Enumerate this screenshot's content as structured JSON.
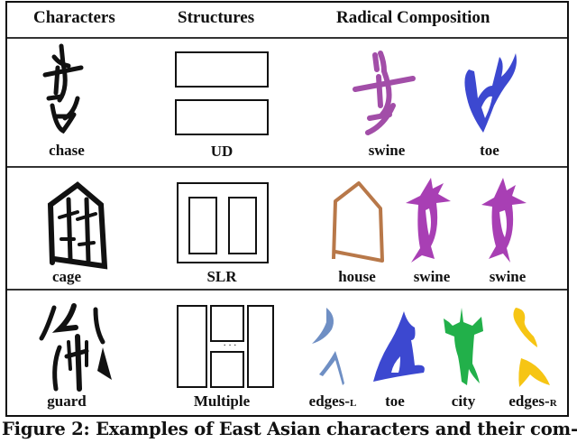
{
  "figure": {
    "headers": {
      "characters": "Characters",
      "structures": "Structures",
      "radical_composition": "Radical Composition"
    },
    "rows": [
      {
        "character": "chase",
        "structure": "UD",
        "radicals": [
          {
            "label": "swine",
            "color": "#A24EA8"
          },
          {
            "label": "toe",
            "color": "#3C48D0"
          }
        ]
      },
      {
        "character": "cage",
        "structure": "SLR",
        "radicals": [
          {
            "label": "house",
            "color": "#B87849"
          },
          {
            "label": "swine",
            "color": "#A83FB4"
          },
          {
            "label": "swine",
            "color": "#A83FB4"
          }
        ]
      },
      {
        "character": "guard",
        "structure": "Multiple",
        "radicals": [
          {
            "label": "edges-L",
            "color": "#6F8FC4"
          },
          {
            "label": "toe",
            "color": "#3C48D0"
          },
          {
            "label": "city",
            "color": "#22B04A"
          },
          {
            "label": "edges-R",
            "color": "#F6C514"
          }
        ]
      }
    ],
    "multiple_ellipsis": "· · ·",
    "caption": "Figure 2: Examples of East Asian characters and their com-"
  }
}
